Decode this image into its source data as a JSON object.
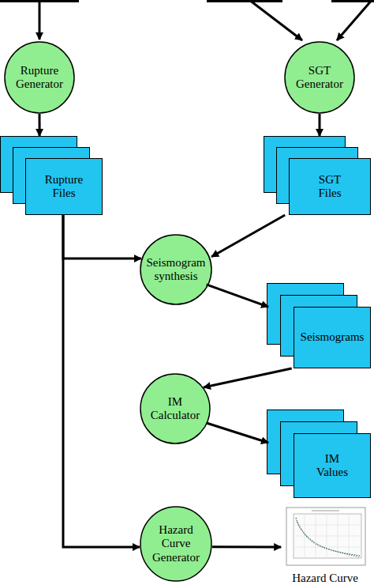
{
  "diagram": {
    "nodes": [
      {
        "text": [
          "Rupture Generator"
        ]
      },
      {
        "text": [
          "SGT Generator"
        ]
      },
      {
        "text": [
          "Rupture Files"
        ]
      },
      {
        "text": [
          "SGT Files"
        ]
      },
      {
        "text": [
          "Seismogram synthesis"
        ]
      },
      {
        "text": [
          "Seismograms"
        ]
      },
      {
        "text": [
          "IM Calculator"
        ]
      },
      {
        "text": [
          "IM Values"
        ]
      },
      {
        "text": [
          "Hazard Curve Generator"
        ]
      },
      {
        "text": [
          "Hazard Curve"
        ]
      }
    ],
    "edges": [
      {
        "from": 0,
        "to": 2,
        "arrow": "to"
      },
      {
        "from": 1,
        "to": 3,
        "arrow": "to"
      },
      {
        "from": 3,
        "to": 4,
        "arrow": "to"
      },
      {
        "from": 2,
        "to": 4,
        "arrow": "to"
      },
      {
        "from": 4,
        "to": 5,
        "arrow": "to"
      },
      {
        "from": 5,
        "to": 6,
        "arrow": "to"
      },
      {
        "from": 6,
        "to": 7,
        "arrow": "to"
      },
      {
        "from": 2,
        "to": 8,
        "arrow": "to"
      },
      {
        "from": 8,
        "to": 9,
        "arrow": "to"
      }
    ]
  }
}
